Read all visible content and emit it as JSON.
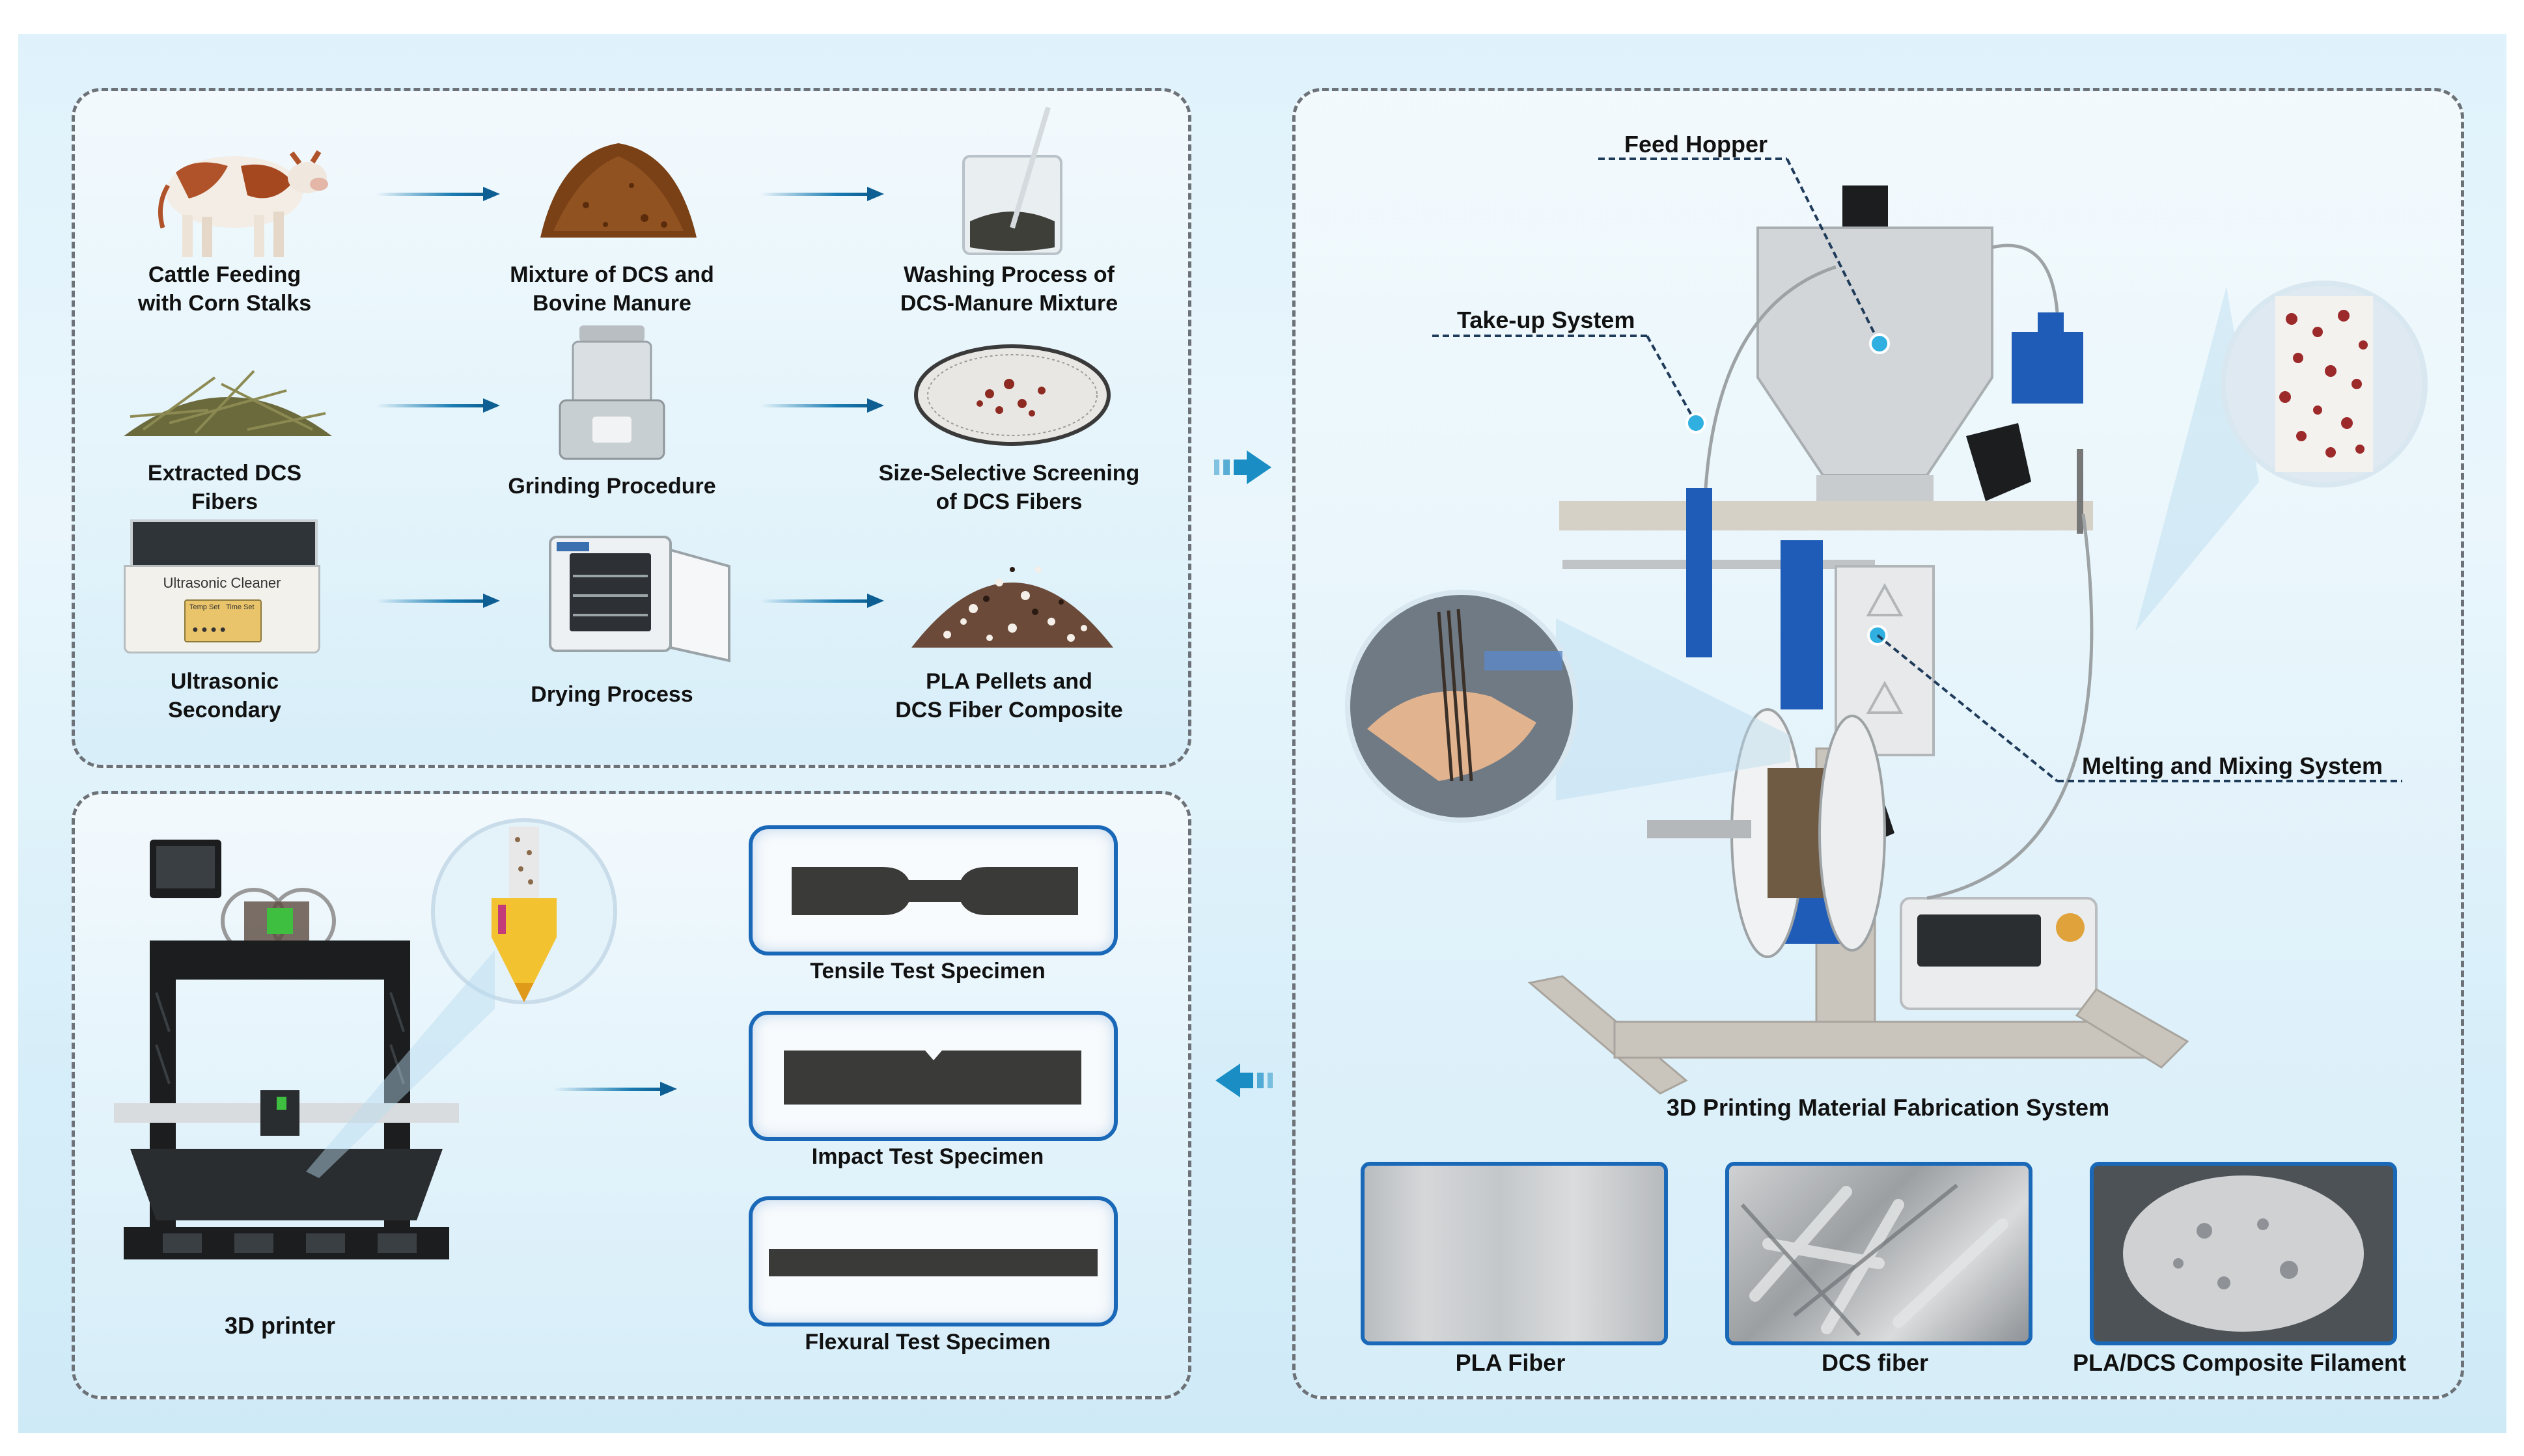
{
  "process_panel": {
    "steps": [
      {
        "label": "Cattle Feeding\nwith Corn Stalks",
        "icon": "cow-icon"
      },
      {
        "label": "Mixture of DCS and\nBovine Manure",
        "icon": "manure-pile-icon"
      },
      {
        "label": "Washing Process of\nDCS-Manure Mixture",
        "icon": "beaker-icon"
      },
      {
        "label": "Extracted DCS\nFibers",
        "icon": "fiber-pile-icon"
      },
      {
        "label": "Grinding Procedure",
        "icon": "grinder-icon"
      },
      {
        "label": "Size-Selective Screening\nof DCS Fibers",
        "icon": "sieve-icon"
      },
      {
        "label": "Ultrasonic\nSecondary",
        "icon": "ultrasonic-cleaner-icon"
      },
      {
        "label": "Drying Process",
        "icon": "drying-oven-icon"
      },
      {
        "label": "PLA Pellets and\nDCS Fiber Composite",
        "icon": "pellets-icon"
      }
    ],
    "ultrasonic_device_text": "Ultrasonic Cleaner",
    "ultrasonic_small_labels": [
      "Temp Set",
      "Time Set"
    ]
  },
  "printing_panel": {
    "printer_label": "3D printer",
    "specimens": [
      {
        "label": "Tensile Test Specimen"
      },
      {
        "label": "Impact Test Specimen"
      },
      {
        "label": "Flexural Test Specimen"
      }
    ]
  },
  "fabrication_panel": {
    "system_label": "3D Printing Material Fabrication System",
    "callouts": {
      "feed_hopper": "Feed Hopper",
      "take_up": "Take-up System",
      "melting": "Melting and Mixing System"
    },
    "sem_images": [
      {
        "label": "PLA Fiber"
      },
      {
        "label": "DCS fiber"
      },
      {
        "label": "PLA/DCS Composite Filament"
      }
    ]
  },
  "colors": {
    "frame_blue": "#1a68b8",
    "arrow_blue": "#1a7cb2",
    "panel_border": "#6d7278",
    "background": "#dff2fb"
  }
}
